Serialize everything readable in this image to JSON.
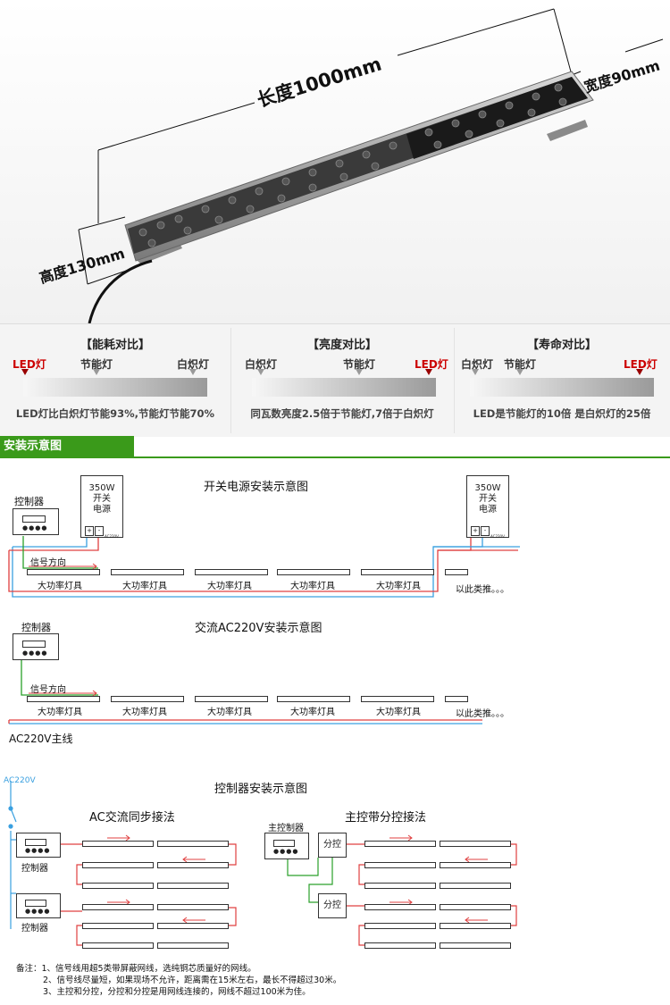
{
  "hero": {
    "length_label": "长度1000mm",
    "width_label": "宽度90mm",
    "height_label": "高度130mm"
  },
  "comparison": [
    {
      "title": "【能耗对比】",
      "labels": [
        "LED灯",
        "节能灯",
        "白炽灯"
      ],
      "description": "LED灯比白炽灯节能93%,节能灯节能70%"
    },
    {
      "title": "【亮度对比】",
      "labels": [
        "白炽灯",
        "节能灯",
        "LED灯"
      ],
      "description": "同瓦数亮度2.5倍于节能灯,7倍于白炽灯"
    },
    {
      "title": "【寿命对比】",
      "labels": [
        "白炽灯",
        "节能灯",
        "LED灯"
      ],
      "description": "LED是节能灯的10倍 是白炽灯的25倍"
    }
  ],
  "section_title": "安装示意图",
  "diagram1": {
    "title": "开关电源安装示意图",
    "controller": "控制器",
    "psu_lines": [
      "350W",
      "开关",
      "电源"
    ],
    "psu_terminals": [
      "+",
      "-"
    ],
    "psu_ac": "AC220V",
    "signal": "信号方向",
    "lamp": "大功率灯具",
    "etc": "以此类推。。。"
  },
  "diagram2": {
    "title": "交流AC220V安装示意图",
    "controller": "控制器",
    "signal": "信号方向",
    "lamp": "大功率灯具",
    "etc": "以此类推。。。",
    "mains": "AC220V主线"
  },
  "diagram3": {
    "title": "控制器安装示意图",
    "ac_label": "AC220V",
    "left_title": "AC交流同步接法",
    "right_title": "主控带分控接法",
    "controller": "控制器",
    "master": "主控制器",
    "slave": "分控"
  },
  "notes": [
    "备注：1、信号线用超5类带屏蔽网线，选纯铜芯质量好的网线。",
    "2、信号线尽量短，如果现场不允许，距离需在15米左右，最长不得超过30米。",
    "3、主控和分控，分控和分控是用网线连接的，网线不超过100米为佳。"
  ]
}
